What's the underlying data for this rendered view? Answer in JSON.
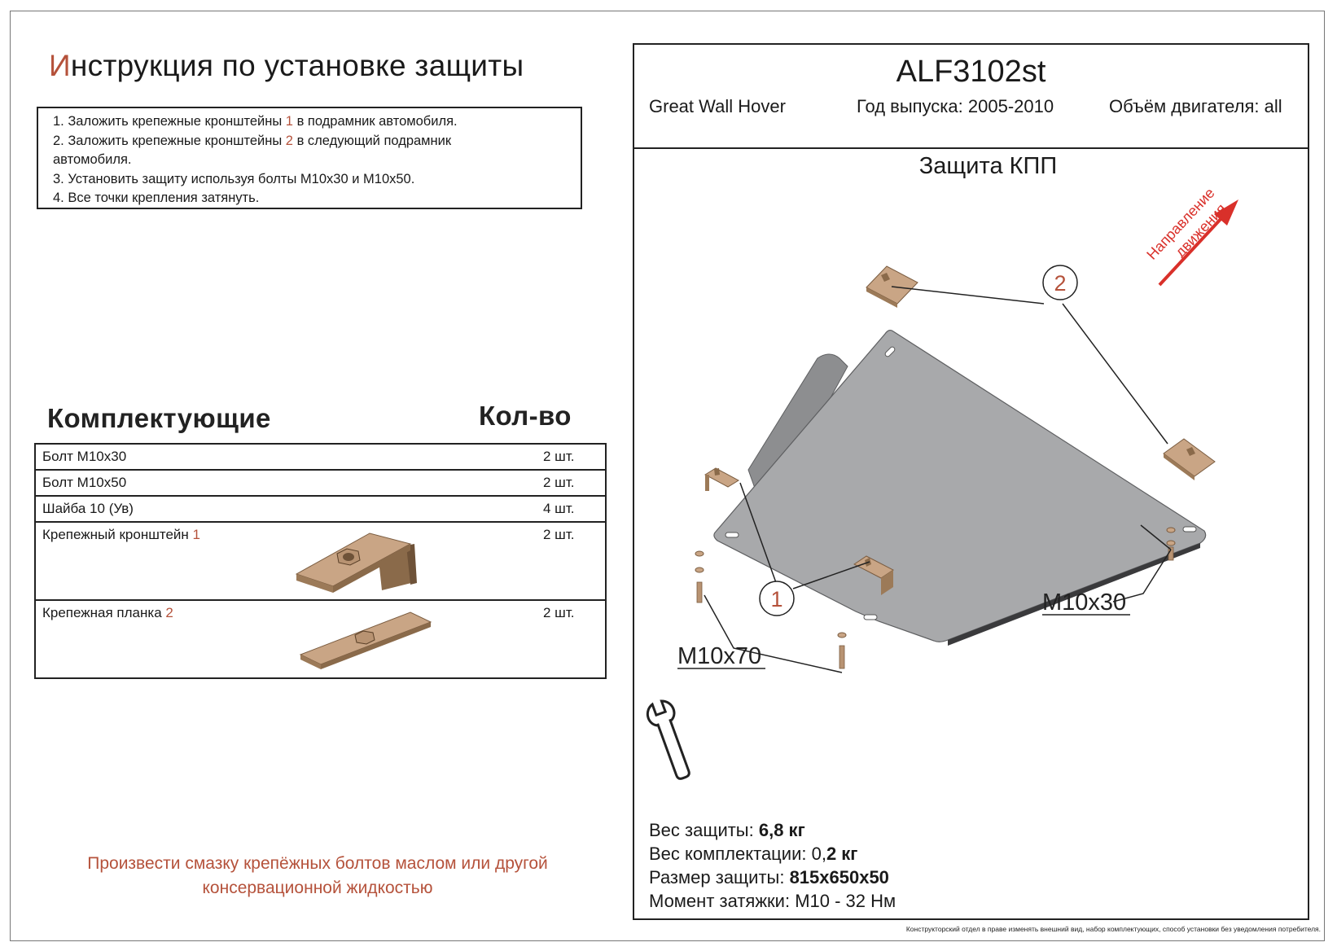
{
  "header": {
    "title_first_letter": "И",
    "title_rest": "нструкция по установке защиты"
  },
  "instructions": [
    {
      "pre": "1. Заложить крепежные кронштейны ",
      "num": "1",
      "post": " в подрамник автомобиля."
    },
    {
      "pre": "2. Заложить крепежные кронштейны ",
      "num": "2",
      "post": " в следующий подрамник"
    },
    {
      "pre": "автомобиля.",
      "num": "",
      "post": ""
    },
    {
      "pre": "3. Установить защиту используя болты М10х30 и М10х50.",
      "num": "",
      "post": ""
    },
    {
      "pre": "4. Все точки крепления затянуть.",
      "num": "",
      "post": ""
    }
  ],
  "parts": {
    "heading": "Комплектующие",
    "qty_heading": "Кол-во",
    "rows": [
      {
        "name": "Болт М10х30",
        "num": "",
        "qty": "2 шт.",
        "image": ""
      },
      {
        "name": "Болт М10х50",
        "num": "",
        "qty": "2 шт.",
        "image": ""
      },
      {
        "name": "Шайба 10 (Ув)",
        "num": "",
        "qty": "4 шт.",
        "image": ""
      },
      {
        "name": "Крепежный кронштейн ",
        "num": "1",
        "qty": "2 шт.",
        "image": "bracket"
      },
      {
        "name": "Крепежная планка ",
        "num": "2",
        "qty": "2 шт.",
        "image": "plate"
      }
    ]
  },
  "note": {
    "line1": "Произвести смазку крепёжных болтов маслом или другой",
    "line2": "консервационной жидкостью"
  },
  "product": {
    "code": "ALF3102st",
    "model": "Great Wall Hover",
    "year": "Год выпуска: 2005-2010",
    "engine": "Объём двигателя: all",
    "part_title": "Защита КПП"
  },
  "diagram": {
    "direction_line1": "Направление",
    "direction_line2": "движения",
    "callout_1": "1",
    "callout_2": "2",
    "bolt_left": "M10x70",
    "bolt_right": "M10x30",
    "arrow_color": "#d9302a",
    "plate_color": "#a8a9ab",
    "bracket_color": "#c9a585"
  },
  "specs": {
    "weight_label": "Вес защиты: ",
    "weight_value": "6,8 кг",
    "kit_label": "Вес комплектации: 0,",
    "kit_value": "2 кг",
    "size_label": "Размер защиты: ",
    "size_value": "815х650х50",
    "torque": "Момент затяжки:  М10 - 32 Нм"
  },
  "disclaimer": "Конструкторский отдел в праве изменять внешний вид, набор комплектующих, способ установки без уведомления потребителя.",
  "colors": {
    "accent_red": "#b5523b",
    "border": "#222222"
  }
}
